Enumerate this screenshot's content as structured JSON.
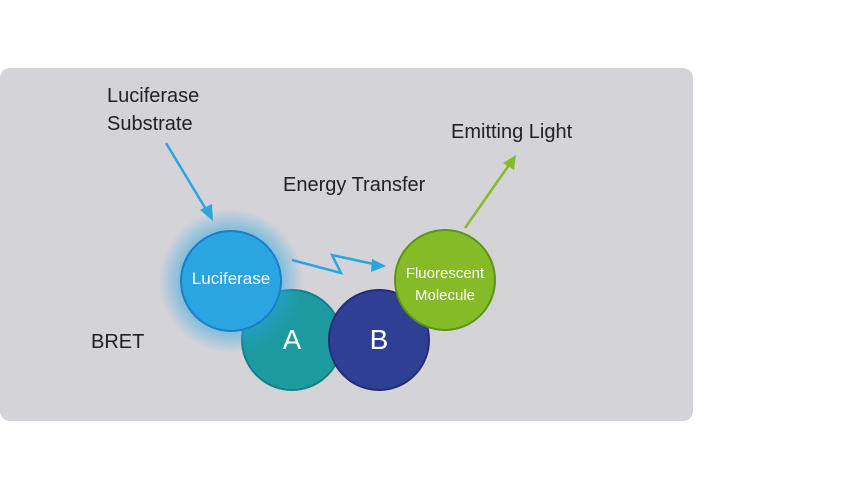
{
  "labels": {
    "substrate_line1": "Luciferase",
    "substrate_line2": "Substrate",
    "energy_transfer": "Energy Transfer",
    "emitting_light": "Emitting Light",
    "bret": "BRET"
  },
  "circles": {
    "luciferase": "Luciferase",
    "fluorescent_line1": "Fluorescent",
    "fluorescent_line2": "Molecule",
    "a": "A",
    "b": "B"
  },
  "colors": {
    "panel": "#d4d3d8",
    "luciferase": "#2aa5e2",
    "protein_a": "#1c9aa0",
    "protein_b": "#2f3f93",
    "fluorescent": "#84bb26",
    "arrow_blue": "#2aa5e2",
    "arrow_green": "#84bb26"
  }
}
